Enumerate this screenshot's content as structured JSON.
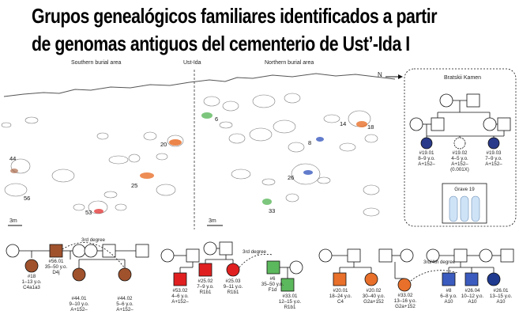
{
  "title": {
    "line1": "Grupos genealógicos familiares identificados a partir",
    "line2": "de genomas antiguos del cementerio de Ust’-Ida I"
  },
  "map": {
    "southern_label": "Southern burial area",
    "center_label": "Ust-Ida",
    "northern_label": "Northern burial area",
    "north_label": "N",
    "scale_left": "3m",
    "scale_right": "3m",
    "grave_numbers": [
      "44",
      "56",
      "20",
      "25",
      "53",
      "6",
      "8",
      "14",
      "18",
      "26",
      "33"
    ]
  },
  "bratskii": {
    "title": "Bratskii Kamen",
    "members": [
      {
        "id": "#19.01",
        "age": "8–9 y.o.",
        "hap": "A+152–"
      },
      {
        "id": "#19.02",
        "age": "4–5 y.o.",
        "hap": "A+152–",
        "extra": "(0.001X)"
      },
      {
        "id": "#19.03",
        "age": "7–9 y.o.",
        "hap": "A+152–"
      }
    ],
    "grave": "Grave 19"
  },
  "pedigrees": {
    "brown": {
      "degree": "3rd degree",
      "members": [
        {
          "id": "#18",
          "age": "1–13 y.o.",
          "hap": "C4a1a3"
        },
        {
          "id": "#56.01",
          "age": "35–50 y.o.",
          "hap": "D4j"
        },
        {
          "id": "#44.01",
          "age": "9–10 y.o.",
          "hap": "A+152–"
        },
        {
          "id": "#44.02",
          "age": "5–6 y.o.",
          "hap": "A+152–"
        }
      ]
    },
    "red": {
      "degree": "3rd degree",
      "members": [
        {
          "id": "#53.02",
          "age": "4–6 y.o.",
          "hap": "A+152–"
        },
        {
          "id": "#25.02",
          "age": "7–9 y.o.",
          "hap": "R1b1"
        },
        {
          "id": "#25.03",
          "age": "9–11 y.o.",
          "hap": "R1b1"
        }
      ]
    },
    "green": {
      "members": [
        {
          "id": "#6",
          "age": "35–50 y.o.",
          "hap": "F1d"
        },
        {
          "id": "#33.01",
          "age": "12–15 y.o.",
          "hap": "R1b1"
        }
      ]
    },
    "orange": {
      "degree": "3rd/4th degree",
      "members": [
        {
          "id": "#20.01",
          "age": "18–24 y.o.",
          "hap": "C4"
        },
        {
          "id": "#20.02",
          "age": "30–40 y.o.",
          "hap": "G2a+152"
        },
        {
          "id": "#33.02",
          "age": "13–16 y.o.",
          "hap": "G2a+152"
        }
      ]
    },
    "blue": {
      "members": [
        {
          "id": "#8",
          "age": "6–8 y.o.",
          "hap": "A10"
        },
        {
          "id": "#26.04",
          "age": "10–12 y.o.",
          "hap": "A10"
        },
        {
          "id": "#26.01",
          "age": "13–15 y.o.",
          "hap": "A10"
        }
      ]
    }
  },
  "colors": {
    "brown": "#a0522d",
    "red": "#e02020",
    "green": "#5cb85c",
    "orange": "#e8702a",
    "blue": "#3b5bbf"
  }
}
